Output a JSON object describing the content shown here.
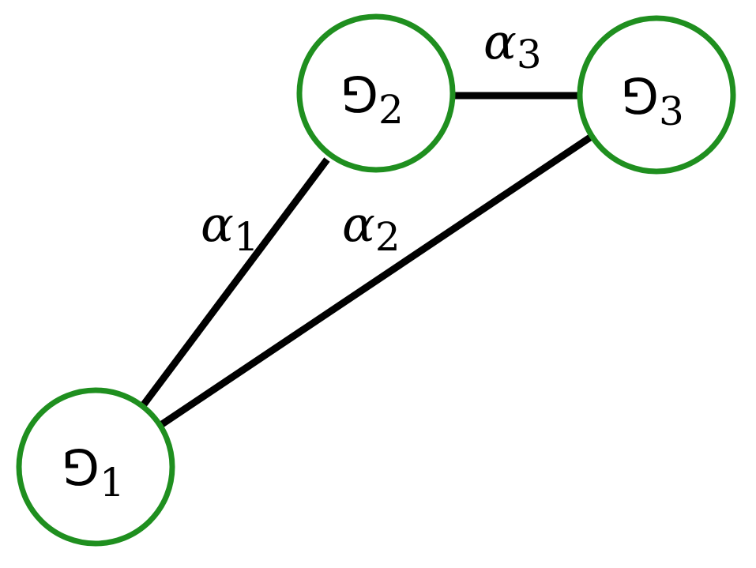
{
  "colors": {
    "node_stroke": "#1f8f1f",
    "edge": "#000000",
    "background": "#ffffff",
    "text": "#000000"
  },
  "nodes": [
    {
      "id": "node1",
      "symbol": "⅁",
      "subscript": "1"
    },
    {
      "id": "node2",
      "symbol": "⅁",
      "subscript": "2"
    },
    {
      "id": "node3",
      "symbol": "⅁",
      "subscript": "3"
    }
  ],
  "edges": [
    {
      "id": "edge1",
      "from": "node1",
      "to": "node2",
      "symbol": "α",
      "subscript": "1"
    },
    {
      "id": "edge2",
      "from": "node1",
      "to": "node3",
      "symbol": "α",
      "subscript": "2"
    },
    {
      "id": "edge3",
      "from": "node2",
      "to": "node3",
      "symbol": "α",
      "subscript": "3"
    }
  ]
}
